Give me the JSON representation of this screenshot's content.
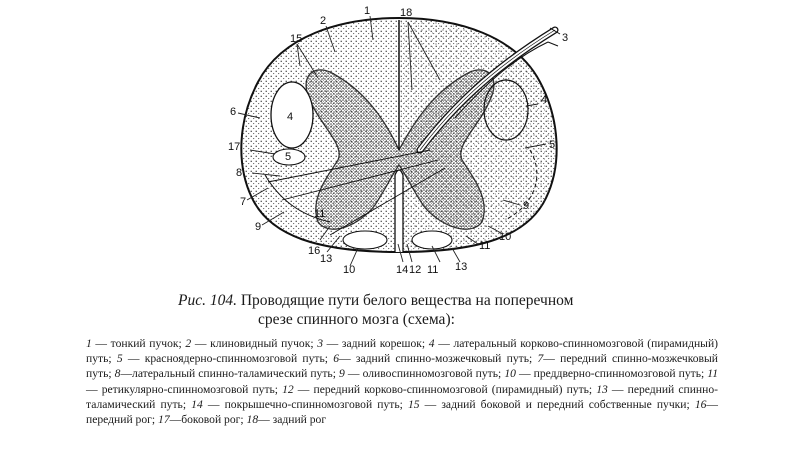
{
  "figure": {
    "labels": [
      "1",
      "2",
      "3",
      "4",
      "4",
      "5",
      "5",
      "6",
      "7",
      "8",
      "9",
      "9",
      "10",
      "10",
      "11",
      "11",
      "11",
      "12",
      "13",
      "13",
      "14",
      "15",
      "16",
      "17",
      "18"
    ]
  },
  "caption": {
    "figure_number": "Рис. 104.",
    "title_line1": "Проводящие пути белого вещества на поперечном",
    "title_line2": "срезе спинного мозга (схема):"
  },
  "legend": [
    {
      "num": "1",
      "sep": " — ",
      "text": "тонкий пучок; "
    },
    {
      "num": "2",
      "sep": " — ",
      "text": "клиновидный пучок; "
    },
    {
      "num": "3",
      "sep": " — ",
      "text": "задний корешок; "
    },
    {
      "num": "4",
      "sep": " — ",
      "text": "латеральный корково-спинномозговой (пирамидный) путь; "
    },
    {
      "num": "5",
      "sep": " — ",
      "text": "красноядерно-спинномозговой путь; "
    },
    {
      "num": "6",
      "sep": "— ",
      "text": "задний спинно-мозжечковый путь; "
    },
    {
      "num": "7",
      "sep": "— ",
      "text": "передний спинно-мозжечковый путь; "
    },
    {
      "num": "8",
      "sep": "—",
      "text": "латеральный спинно-таламический путь; "
    },
    {
      "num": "9",
      "sep": " — ",
      "text": "оливоспинномозговой путь; "
    },
    {
      "num": "10",
      "sep": " — ",
      "text": "преддверно-спинномозговой путь; "
    },
    {
      "num": "11",
      "sep": " — ",
      "text": "ретикулярно-спинномозговой путь; "
    },
    {
      "num": "12",
      "sep": " — ",
      "text": "передний корково-спинномозговой (пирамидный) путь; "
    },
    {
      "num": "13",
      "sep": " — ",
      "text": "передний спинно-таламический путь; "
    },
    {
      "num": "14",
      "sep": " — ",
      "text": "покрышечно-спинномозговой путь; "
    },
    {
      "num": "15",
      "sep": " — ",
      "text": "задний боковой и передний собственные пучки; "
    },
    {
      "num": "16",
      "sep": "— ",
      "text": "передний рог; "
    },
    {
      "num": "17",
      "sep": "—",
      "text": "боковой рог; "
    },
    {
      "num": "18",
      "sep": "— ",
      "text": "задний рог"
    }
  ]
}
